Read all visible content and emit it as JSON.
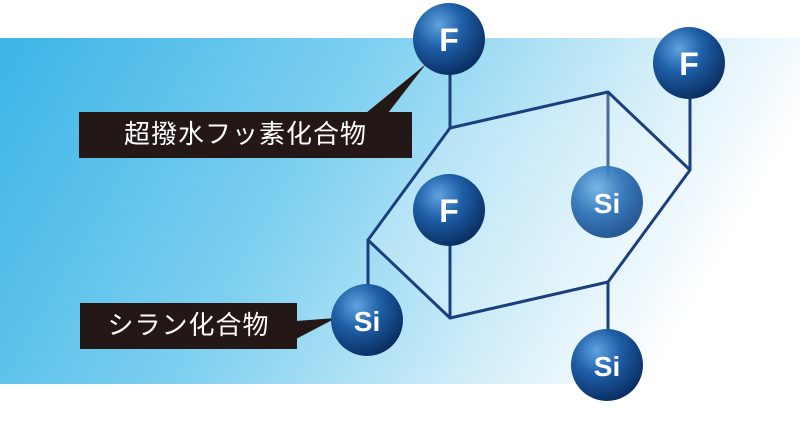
{
  "labels": {
    "superhydrophobic_compound": "超撥水フッ素化合物",
    "silane_compound": "シラン化合物"
  },
  "atoms": {
    "fluorine": "F",
    "silicon": "Si"
  },
  "colors": {
    "band_left": "#3bb4e6",
    "band_right": "#ffffff",
    "sphere_dark": "#0c3a78",
    "sphere_light": "#4f93d4",
    "ring_stroke": "#1b3f7c",
    "label_bg": "#231815",
    "label_text": "#ffffff"
  }
}
